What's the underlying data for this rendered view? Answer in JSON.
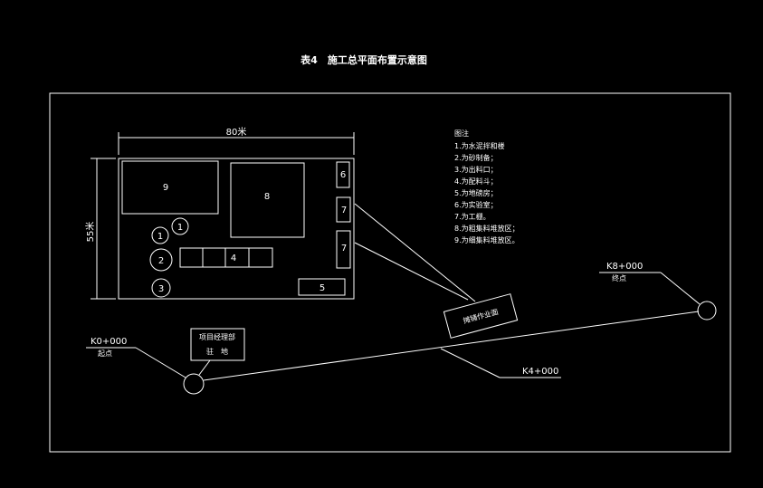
{
  "title": "表4　施工总平面布置示意图",
  "site": {
    "width_label": "80米",
    "height_label": "55米",
    "zones": {
      "z9": "9",
      "z8": "8",
      "z6": "6",
      "z7a": "7",
      "z7b": "7",
      "z4": "4",
      "z5": "5",
      "c1a": "1",
      "c1b": "1",
      "c2": "2",
      "c3": "3"
    }
  },
  "legend": {
    "heading": "图注",
    "items": [
      "1.为水泥拌和楼",
      "2.为砂制备；",
      "3.为出料口；",
      "4.为配料斗；",
      "5.为地磅房；",
      "6.为实验室；",
      "7.为工棚。",
      "8.为粗集料堆放区；",
      "9.为细集料堆放区。"
    ]
  },
  "stations": {
    "start_km": "K0+000",
    "start_note": "起点",
    "mid_km": "K4+000",
    "end_km": "K8+000",
    "end_note": "终点"
  },
  "project_box": {
    "line1": "项目经理部",
    "line2": "驻　地"
  },
  "paving_box": "摊铺作业面"
}
